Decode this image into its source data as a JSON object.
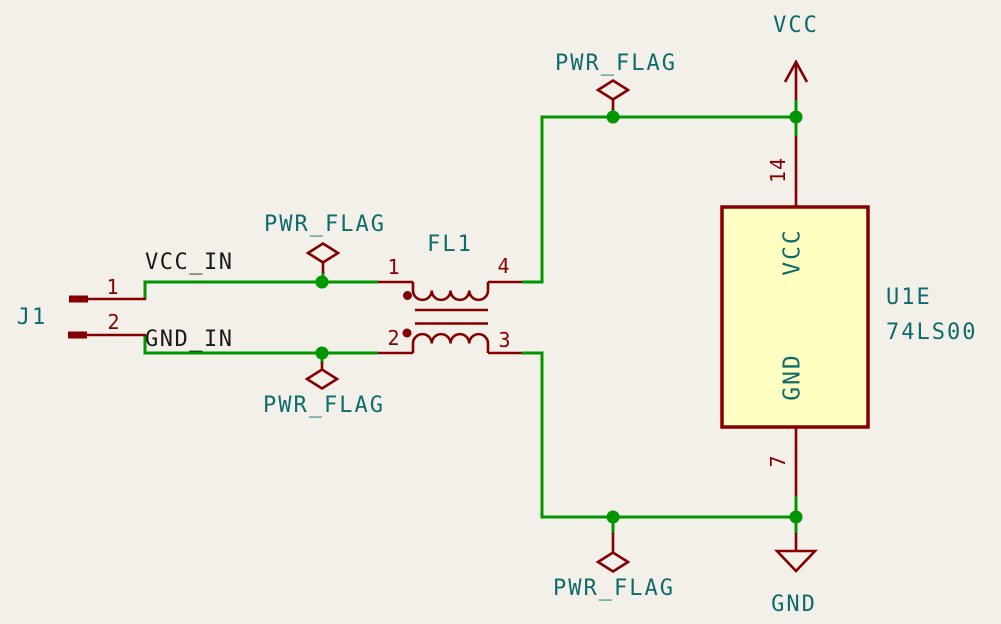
{
  "colors": {
    "background": "#F3F0E9",
    "wire": "#009600",
    "symbol": "#840000",
    "field": "#0E6B6B",
    "net_label": "#1A1A1A",
    "ic_fill": "#FFFFC2"
  },
  "connector_j1": {
    "reference": "J1",
    "pin_numbers": [
      "1",
      "2"
    ]
  },
  "net_labels": {
    "vcc_in": "VCC_IN",
    "gnd_in": "GND_IN"
  },
  "power_flag": {
    "label": "PWR_FLAG"
  },
  "filter_fl1": {
    "reference": "FL1",
    "pin_numbers": {
      "p1": "1",
      "p2": "2",
      "p3": "3",
      "p4": "4"
    }
  },
  "ic_u1e": {
    "reference": "U1E",
    "value": "74LS00",
    "pins": {
      "vcc": {
        "number": "14",
        "name": "VCC"
      },
      "gnd": {
        "number": "7",
        "name": "GND"
      }
    }
  },
  "power_symbols": {
    "vcc": "VCC",
    "gnd": "GND"
  }
}
